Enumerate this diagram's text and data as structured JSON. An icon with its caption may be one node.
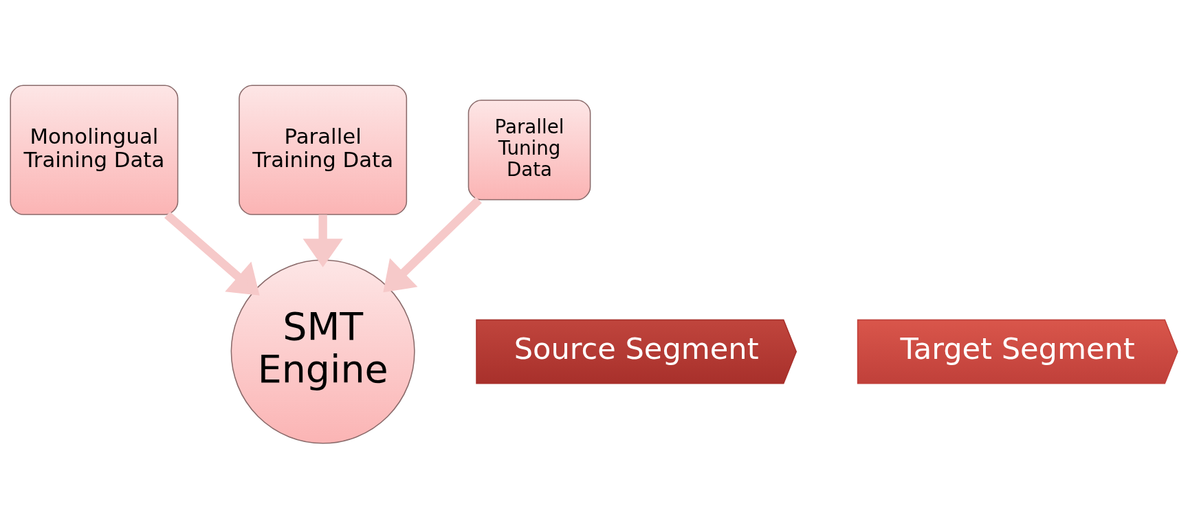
{
  "diagram": {
    "nodes": [
      {
        "text": [
          "Monolingual Training Data"
        ]
      },
      {
        "text": [
          "Parallel Training Data"
        ]
      },
      {
        "text": [
          "SMT Engine"
        ]
      },
      {
        "text": [
          "Parallel Tuning Data"
        ]
      },
      {
        "text": [
          "Source Segment"
        ]
      },
      {
        "text": [
          "Target Segment"
        ]
      }
    ],
    "edges": [
      {
        "from": 0,
        "to": 2,
        "arrow": "to"
      },
      {
        "from": 1,
        "to": 2,
        "arrow": "to"
      },
      {
        "from": 3,
        "to": 2,
        "arrow": "to"
      }
    ]
  }
}
